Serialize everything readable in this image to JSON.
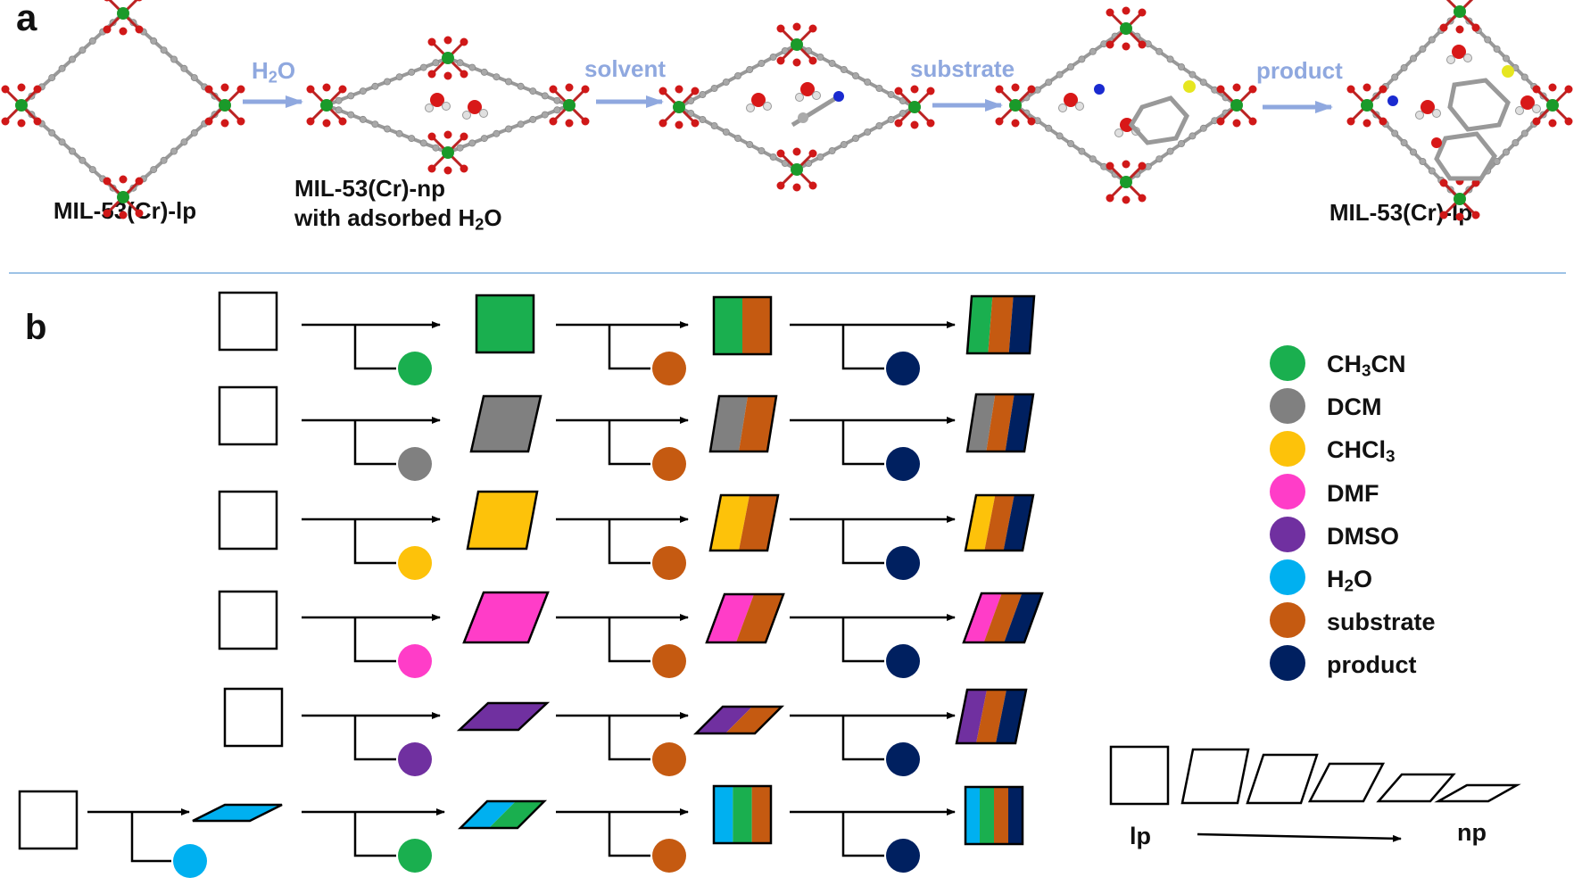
{
  "panel_a": {
    "letter": "a",
    "caption_first": "MIL-53(Cr)-lp",
    "caption_np_line1": "MIL-53(Cr)-np",
    "caption_np_line2_pre": "with adsorbed H",
    "caption_np_line2_sub": "2",
    "caption_np_line2_post": "O",
    "caption_last": "MIL-53(Cr)-lp",
    "step_h2o_pre": "H",
    "step_h2o_sub": "2",
    "step_h2o_post": "O",
    "step_solvent": "solvent",
    "step_substrate": "substrate",
    "step_product": "product"
  },
  "panel_b": {
    "letter": "b",
    "legend": [
      {
        "label_pre": "CH",
        "label_sub": "3",
        "label_post": "CN",
        "color": "#1aaf4f",
        "icon": "acetonitrile-dot"
      },
      {
        "label_pre": "DCM",
        "label_sub": "",
        "label_post": "",
        "color": "#808080",
        "icon": "dcm-dot"
      },
      {
        "label_pre": "CHCl",
        "label_sub": "3",
        "label_post": "",
        "color": "#fdc20a",
        "icon": "chloroform-dot"
      },
      {
        "label_pre": "DMF",
        "label_sub": "",
        "label_post": "",
        "color": "#ff3dc8",
        "icon": "dmf-dot"
      },
      {
        "label_pre": "DMSO",
        "label_sub": "",
        "label_post": "",
        "color": "#7030a0",
        "icon": "dmso-dot"
      },
      {
        "label_pre": "H",
        "label_sub": "2",
        "label_post": "O",
        "color": "#00b0f0",
        "icon": "water-dot"
      },
      {
        "label_pre": "substrate",
        "label_sub": "",
        "label_post": "",
        "color": "#c55a11",
        "icon": "substrate-dot"
      },
      {
        "label_pre": "product",
        "label_sub": "",
        "label_post": "",
        "color": "#002060",
        "icon": "product-dot"
      }
    ],
    "scale_left": "lp",
    "scale_right": "np"
  }
}
